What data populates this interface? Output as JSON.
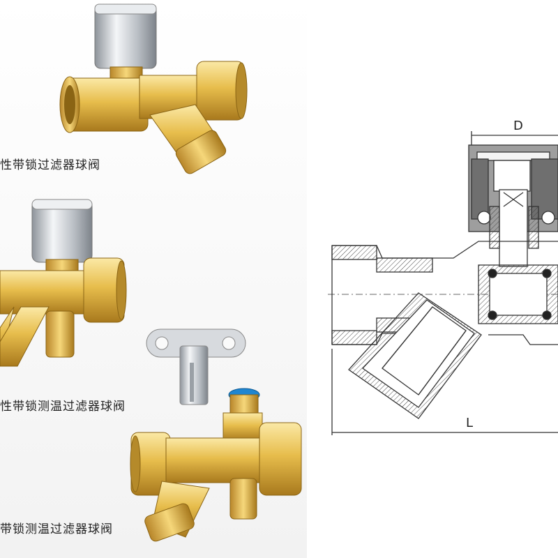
{
  "captions": [
    "性带锁过滤器球阀",
    "性带锁测温过滤器球阀",
    "带锁测温过滤器球阀"
  ],
  "diagram": {
    "dim_d": "D",
    "dim_l": "L"
  },
  "colors": {
    "brass_light": "#f7dd8a",
    "brass_mid": "#e2b540",
    "brass_dark": "#a8791d",
    "chrome": "#cfd3d8",
    "blue_cap": "#1f86d1",
    "line": "#333333"
  }
}
